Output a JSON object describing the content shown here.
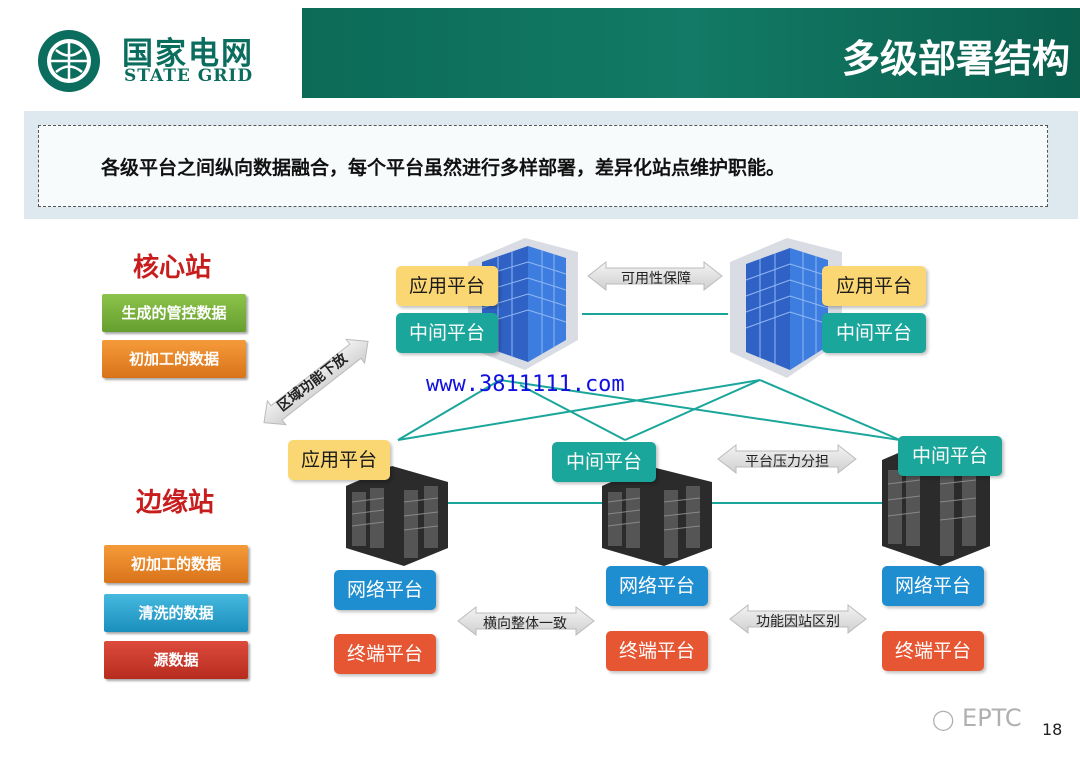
{
  "header": {
    "logo_cn": "国家电网",
    "logo_en": "STATE GRID",
    "title": "多级部署结构"
  },
  "summary": "各级平台之间纵向数据融合，每个平台虽然进行多样部署，差异化站点维护职能。",
  "core_station": {
    "heading": "核心站",
    "tags": [
      "生成的管控数据",
      "初加工的数据"
    ]
  },
  "edge_station": {
    "heading": "边缘站",
    "tags": [
      "初加工的数据",
      "清洗的数据",
      "源数据"
    ]
  },
  "core_left": {
    "app": "应用平台",
    "mid": "中间平台"
  },
  "core_right": {
    "app": "应用平台",
    "mid": "中间平台"
  },
  "edge_left": {
    "top": "应用平台",
    "net": "网络平台",
    "term": "终端平台"
  },
  "edge_center": {
    "top": "中间平台",
    "net": "网络平台",
    "term": "终端平台"
  },
  "edge_right": {
    "top": "中间平台",
    "net": "网络平台",
    "term": "终端平台"
  },
  "arrows": {
    "availability": "可用性保障",
    "region_down": "区域功能下放",
    "load_split": "平台压力分担",
    "horizontal": "横向整体一致",
    "func_diff": "功能因站区别"
  },
  "watermark": "www.3811111.com",
  "footer": {
    "brand": "EPTC",
    "page": "18"
  },
  "colors": {
    "brand_green": "#0b6b57",
    "station_red": "#c81d1d",
    "line_teal": "#1aa69a"
  }
}
